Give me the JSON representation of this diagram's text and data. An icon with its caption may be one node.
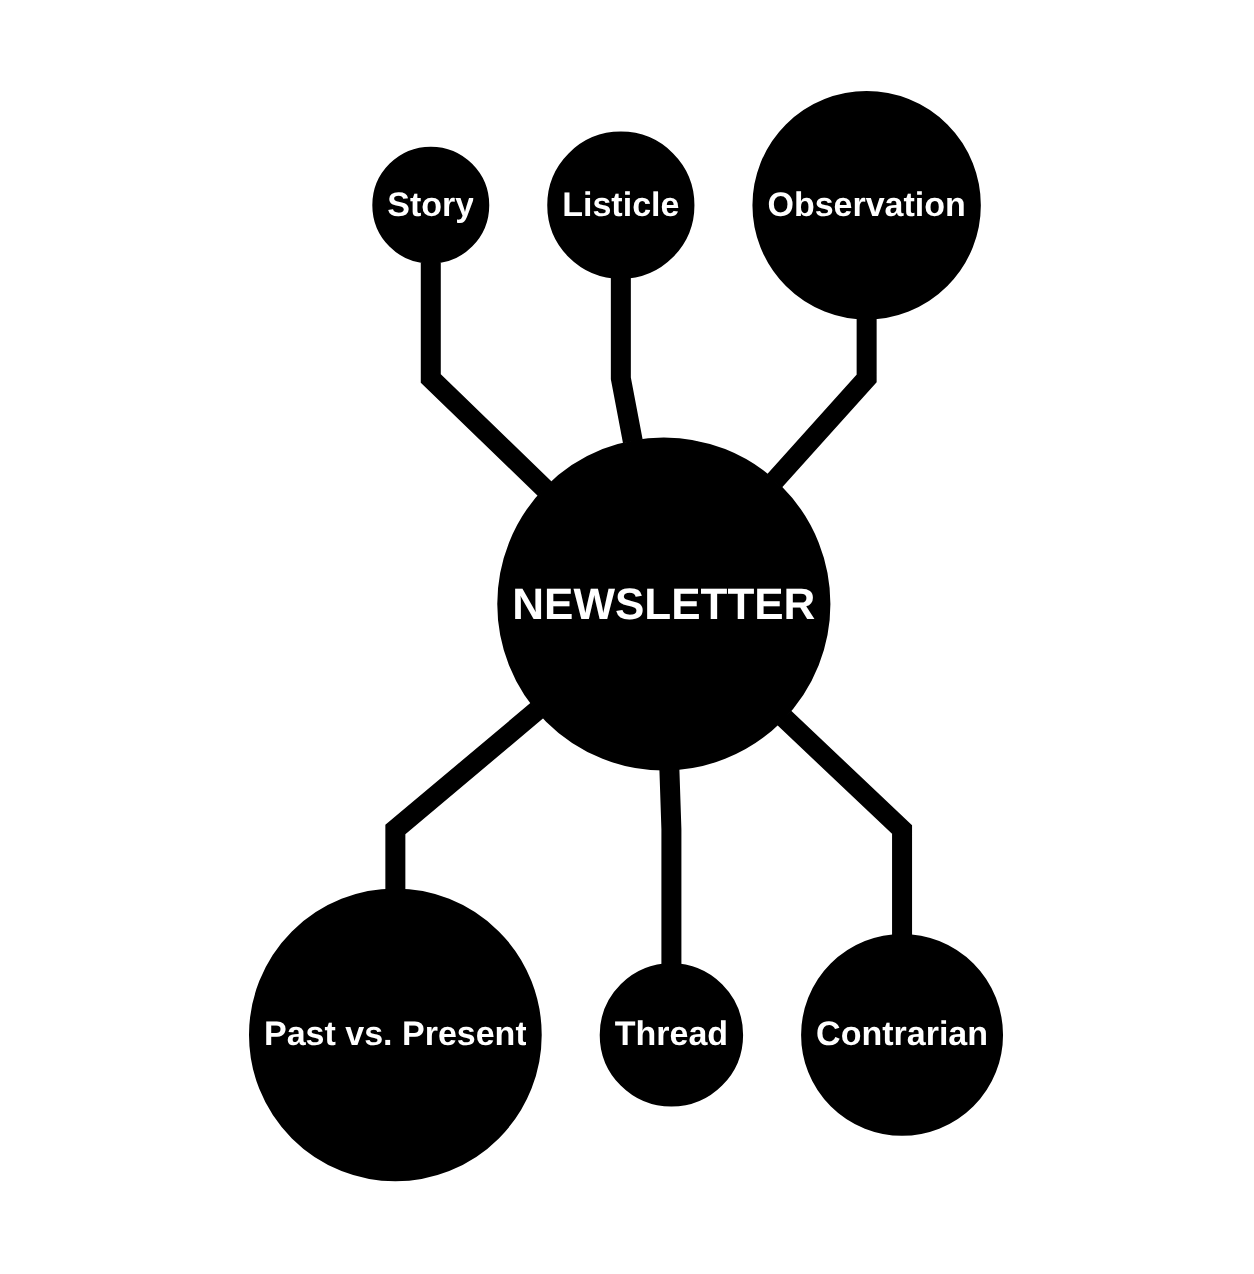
{
  "diagram": {
    "nodes": [
      {
        "text": [
          "Story"
        ]
      },
      {
        "text": [
          "Listicle"
        ]
      },
      {
        "text": [
          "Observation"
        ]
      },
      {
        "text": [
          "NEWSLETTER"
        ]
      },
      {
        "text": [
          "Past vs. Present"
        ]
      },
      {
        "text": [
          "Thread"
        ]
      },
      {
        "text": [
          "Contrarian"
        ]
      }
    ],
    "edges": [
      {
        "from": 0,
        "to": 3,
        "arrow": "none"
      },
      {
        "from": 1,
        "to": 3,
        "arrow": "none"
      },
      {
        "from": 2,
        "to": 3,
        "arrow": "none"
      },
      {
        "from": 3,
        "to": 4,
        "arrow": "none"
      },
      {
        "from": 3,
        "to": 5,
        "arrow": "none"
      },
      {
        "from": 3,
        "to": 6,
        "arrow": "none"
      }
    ]
  }
}
